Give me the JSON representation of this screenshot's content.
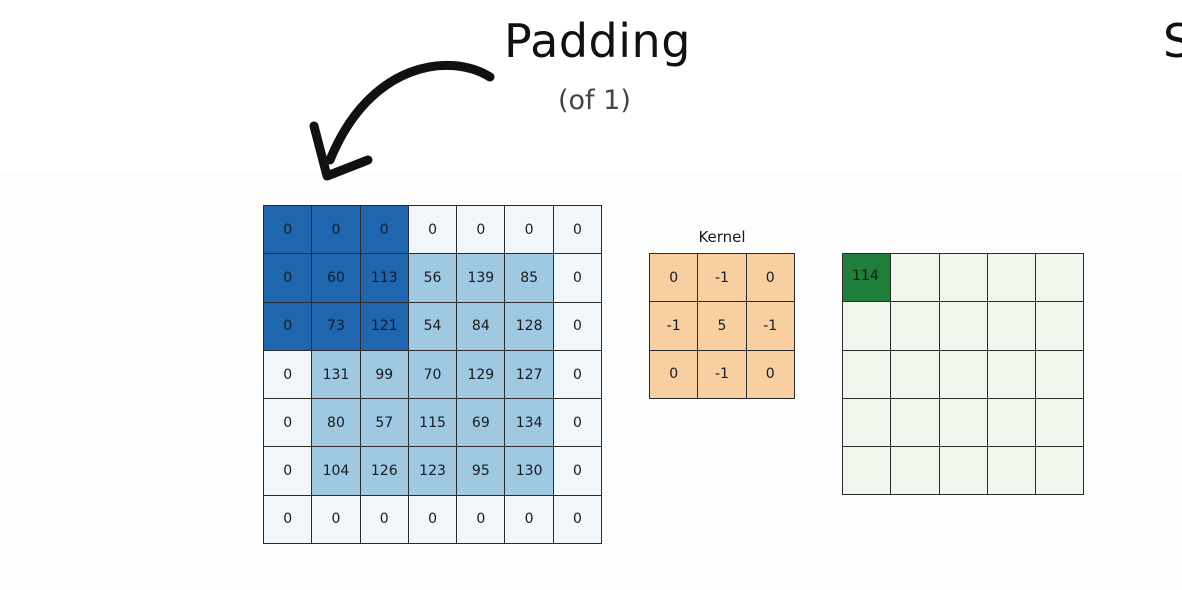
{
  "header": {
    "title": "Padding",
    "subtitle": "(of 1)",
    "cut_letter": "S"
  },
  "kernel": {
    "label": "Kernel",
    "values": [
      [
        0,
        -1,
        0
      ],
      [
        -1,
        5,
        -1
      ],
      [
        0,
        -1,
        0
      ]
    ]
  },
  "input": {
    "values": [
      [
        0,
        0,
        0,
        0,
        0,
        0,
        0
      ],
      [
        0,
        60,
        113,
        56,
        139,
        85,
        0
      ],
      [
        0,
        73,
        121,
        54,
        84,
        128,
        0
      ],
      [
        0,
        131,
        99,
        70,
        129,
        127,
        0
      ],
      [
        0,
        80,
        57,
        115,
        69,
        134,
        0
      ],
      [
        0,
        104,
        126,
        123,
        95,
        130,
        0
      ],
      [
        0,
        0,
        0,
        0,
        0,
        0,
        0
      ]
    ],
    "padding": 1,
    "highlight_window": {
      "row": 0,
      "col": 0,
      "size": 3
    }
  },
  "output": {
    "rows": 5,
    "cols": 5,
    "values": [
      [
        114
      ]
    ]
  },
  "colors": {
    "padding_cell": "#f2f7fb",
    "image_cell": "#9fc8e3",
    "window_cell": "#1f66ae",
    "kernel_cell": "#f8cfa0",
    "output_empty": "#f0f8ee",
    "output_filled": "#1e7e3a"
  }
}
